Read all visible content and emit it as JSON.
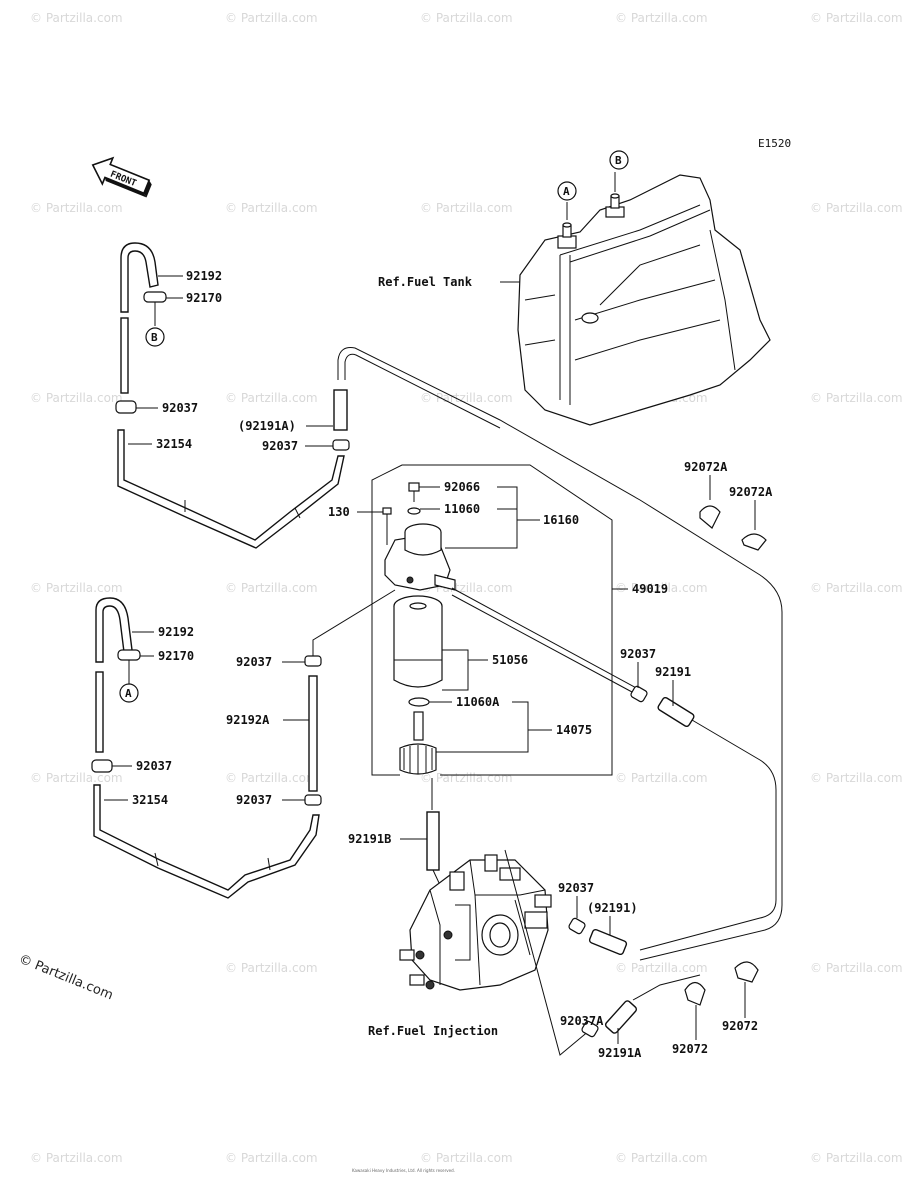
{
  "code": "E1520",
  "front_label": "FRONT",
  "copyright": "© Partzilla.com",
  "watermark": "© Partzilla.com",
  "footer": "Kawasaki Heavy Industries, Ltd. All rights reserved.",
  "callouts": {
    "a": "A",
    "b": "B"
  },
  "labels": {
    "ref_fuel_tank": "Ref.Fuel Tank",
    "ref_fuel_injection": "Ref.Fuel Injection",
    "p92192_top": "92192",
    "p92170_top": "92170",
    "p92037_top": "92037",
    "p32154_top": "32154",
    "p92191a_paren": "(92191A)",
    "p92037_mid": "92037",
    "p92066": "92066",
    "p11060": "11060",
    "p16160": "16160",
    "p130": "130",
    "p49019": "49019",
    "p92072a_1": "92072A",
    "p92072a_2": "92072A",
    "p92192_bot": "92192",
    "p92170_bot": "92170",
    "p92037_bot": "92037",
    "p32154_bot": "32154",
    "p92037_l1": "92037",
    "p92192a": "92192A",
    "p92037_l2": "92037",
    "p51056": "51056",
    "p11060a": "11060A",
    "p14075": "14075",
    "p92037_r": "92037",
    "p92191": "92191",
    "p92191b": "92191B",
    "p92037_inj": "92037",
    "p92191_paren": "(92191)",
    "p92037a": "92037A",
    "p92191a": "92191A",
    "p92072_1": "92072",
    "p92072_2": "92072"
  }
}
